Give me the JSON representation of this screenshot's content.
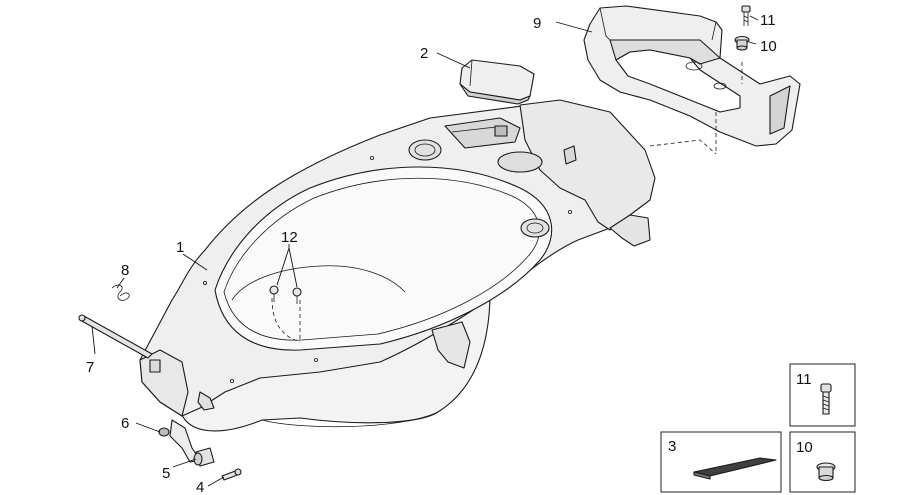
{
  "callouts": {
    "c1": "1",
    "c2": "2",
    "c3": "3",
    "c4": "4",
    "c5": "5",
    "c6": "6",
    "c7": "7",
    "c8": "8",
    "c9": "9",
    "c10": "10",
    "c11": "11",
    "c12": "12"
  },
  "inset_boxes": {
    "box_11": "11",
    "box_3": "3",
    "box_10": "10"
  },
  "colors": {
    "line": "#1a1a1a",
    "part_fill": "#f1f1f1",
    "shade": "#d6d6d6",
    "dark": "#4a4a4a"
  }
}
